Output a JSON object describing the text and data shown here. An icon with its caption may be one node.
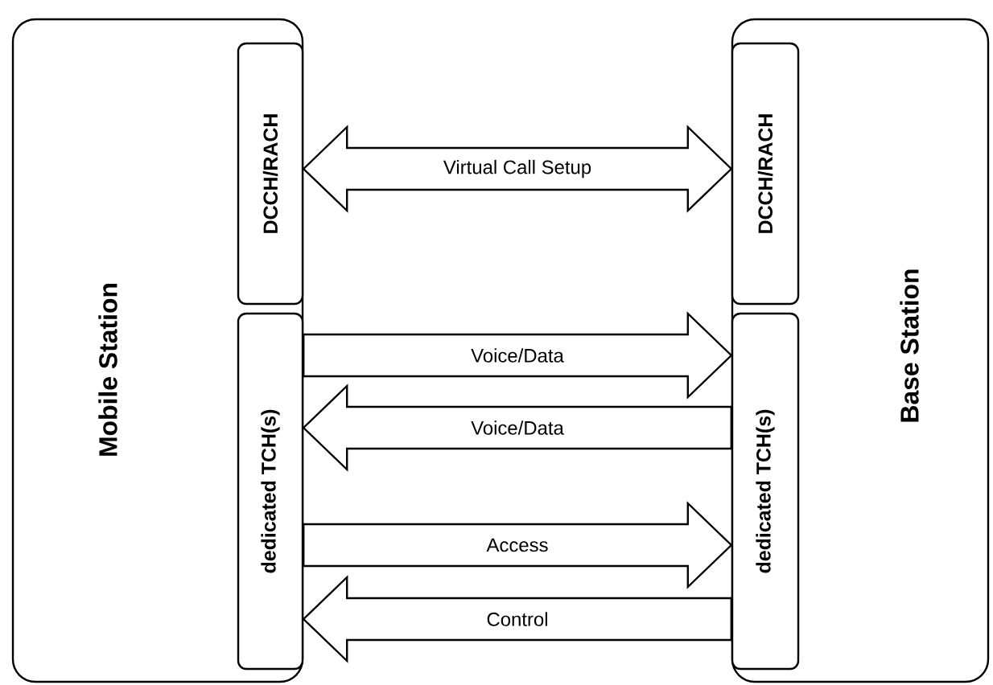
{
  "diagram": {
    "nodes": [
      {
        "text": [
          "Mobile Station"
        ]
      },
      {
        "text": [
          "DCCH/RACH"
        ],
        "in": 0
      },
      {
        "text": [
          "dedicated TCH(s)"
        ],
        "in": 0
      },
      {
        "text": [
          "Base Station"
        ]
      },
      {
        "text": [
          "DCCH/RACH"
        ],
        "in": 3
      },
      {
        "text": [
          "dedicated TCH(s)"
        ],
        "in": 3
      }
    ],
    "edges": [
      {
        "from": 1,
        "to": 4,
        "arrow": "both",
        "label": "Virtual Call Setup"
      },
      {
        "from": 2,
        "to": 5,
        "arrow": "to",
        "label": "Voice/Data"
      },
      {
        "from": 5,
        "to": 2,
        "arrow": "to",
        "label": "Voice/Data"
      },
      {
        "from": 2,
        "to": 5,
        "arrow": "to",
        "label": "Access"
      },
      {
        "from": 5,
        "to": 2,
        "arrow": "to",
        "label": "Control"
      }
    ]
  }
}
